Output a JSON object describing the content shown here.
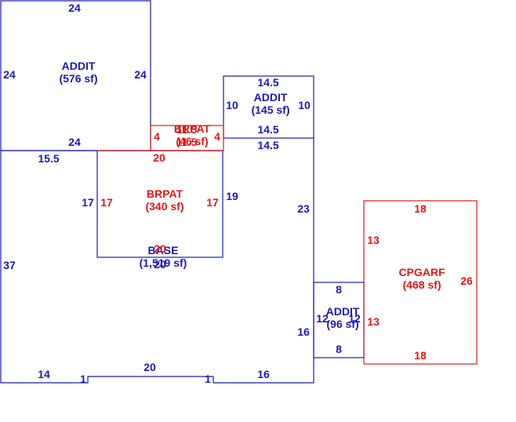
{
  "colors": {
    "blue": "#1a1ab4",
    "red": "#e01818"
  },
  "areas": [
    {
      "id": "addit1",
      "name": "ADDIT",
      "area": "(576 sf)",
      "color": "blue"
    },
    {
      "id": "addit2",
      "name": "ADDIT",
      "area": "(145 sf)",
      "color": "blue"
    },
    {
      "id": "brpat1",
      "name": "BRPAT",
      "area": "(46 sf)",
      "color": "red"
    },
    {
      "id": "brpat2",
      "name": "BRPAT",
      "area": "(340 sf)",
      "color": "red"
    },
    {
      "id": "base",
      "name": "BASE",
      "area": "(1,519 sf)",
      "color": "blue"
    },
    {
      "id": "addit3",
      "name": "ADDIT",
      "area": "(96 sf)",
      "color": "blue"
    },
    {
      "id": "cpgarf",
      "name": "CPGARF",
      "area": "(468 sf)",
      "color": "red"
    }
  ],
  "dimensions": [
    {
      "id": "addit1-top",
      "text": "24",
      "color": "blue"
    },
    {
      "id": "addit1-left",
      "text": "24",
      "color": "blue"
    },
    {
      "id": "addit1-right",
      "text": "24",
      "color": "blue"
    },
    {
      "id": "addit1-bottom",
      "text": "24",
      "color": "blue"
    },
    {
      "id": "addit2-top",
      "text": "14.5",
      "color": "blue"
    },
    {
      "id": "addit2-left",
      "text": "10",
      "color": "blue"
    },
    {
      "id": "addit2-right",
      "text": "10",
      "color": "blue"
    },
    {
      "id": "addit2-bottom",
      "text": "14.5",
      "color": "blue"
    },
    {
      "id": "base-top-right",
      "text": "14.5",
      "color": "blue"
    },
    {
      "id": "brpat1-left",
      "text": "4",
      "color": "red"
    },
    {
      "id": "brpat1-right",
      "text": "4",
      "color": "red"
    },
    {
      "id": "brpat1-top",
      "text": "11.5",
      "color": "red"
    },
    {
      "id": "brpat1-bottom",
      "text": "11.5",
      "color": "red"
    },
    {
      "id": "base-top-left",
      "text": "15.5",
      "color": "blue"
    },
    {
      "id": "brpat2-top",
      "text": "20",
      "color": "red"
    },
    {
      "id": "base-inner-left",
      "text": "17",
      "color": "blue"
    },
    {
      "id": "brpat2-left",
      "text": "17",
      "color": "red"
    },
    {
      "id": "brpat2-right",
      "text": "17",
      "color": "red"
    },
    {
      "id": "base-inner-right",
      "text": "19",
      "color": "blue"
    },
    {
      "id": "brpat2-bottom",
      "text": "20",
      "color": "red"
    },
    {
      "id": "base-inner-bottom",
      "text": "20",
      "color": "blue"
    },
    {
      "id": "base-left",
      "text": "37",
      "color": "blue"
    },
    {
      "id": "base-right",
      "text": "23",
      "color": "blue"
    },
    {
      "id": "base-right-lower",
      "text": "16",
      "color": "blue"
    },
    {
      "id": "base-bottom-left",
      "text": "14",
      "color": "blue"
    },
    {
      "id": "base-bottom-mid",
      "text": "20",
      "color": "blue"
    },
    {
      "id": "base-bottom-right",
      "text": "16",
      "color": "blue"
    },
    {
      "id": "base-jog-left",
      "text": "1",
      "color": "blue"
    },
    {
      "id": "base-jog-right",
      "text": "1",
      "color": "blue"
    },
    {
      "id": "addit3-top",
      "text": "8",
      "color": "blue"
    },
    {
      "id": "addit3-bottom",
      "text": "8",
      "color": "blue"
    },
    {
      "id": "addit3-left",
      "text": "12",
      "color": "blue"
    },
    {
      "id": "addit3-right",
      "text": "12",
      "color": "blue"
    },
    {
      "id": "cpgarf-top",
      "text": "18",
      "color": "red"
    },
    {
      "id": "cpgarf-bottom",
      "text": "18",
      "color": "red"
    },
    {
      "id": "cpgarf-left-upper",
      "text": "13",
      "color": "red"
    },
    {
      "id": "cpgarf-left-lower",
      "text": "13",
      "color": "red"
    },
    {
      "id": "cpgarf-right",
      "text": "26",
      "color": "red"
    }
  ]
}
